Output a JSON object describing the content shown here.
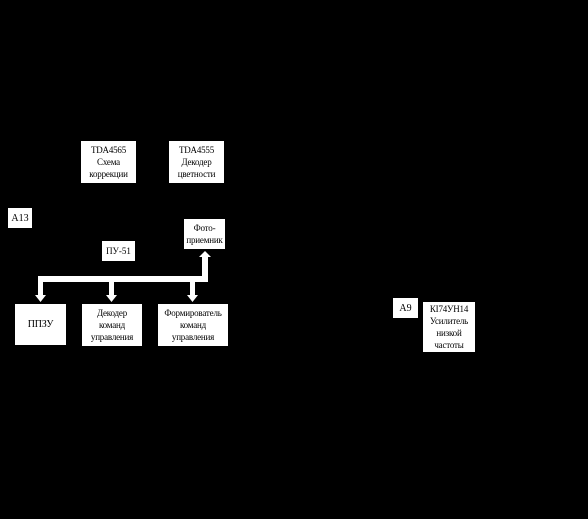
{
  "colors": {
    "background": "#000000",
    "block": "#ffffff",
    "text": "#000000"
  },
  "blocks": {
    "tda4565": [
      "TDA4565",
      "Схема",
      "коррекции"
    ],
    "tda4555": [
      "TDA4555",
      "Декодер",
      "цветности"
    ],
    "photo": [
      "Фото-",
      "приемник"
    ],
    "ppzu": [
      "ППЗУ"
    ],
    "decoder": [
      "Декодер",
      "команд",
      "управления"
    ],
    "former": [
      "Формирователь",
      "команд",
      "управления"
    ],
    "amp": [
      "КІ74УН14",
      "Усилитель",
      "низкой",
      "частоты"
    ]
  },
  "labels": {
    "a13": "А13",
    "pu51": "ПУ-51",
    "a9": "А9"
  }
}
